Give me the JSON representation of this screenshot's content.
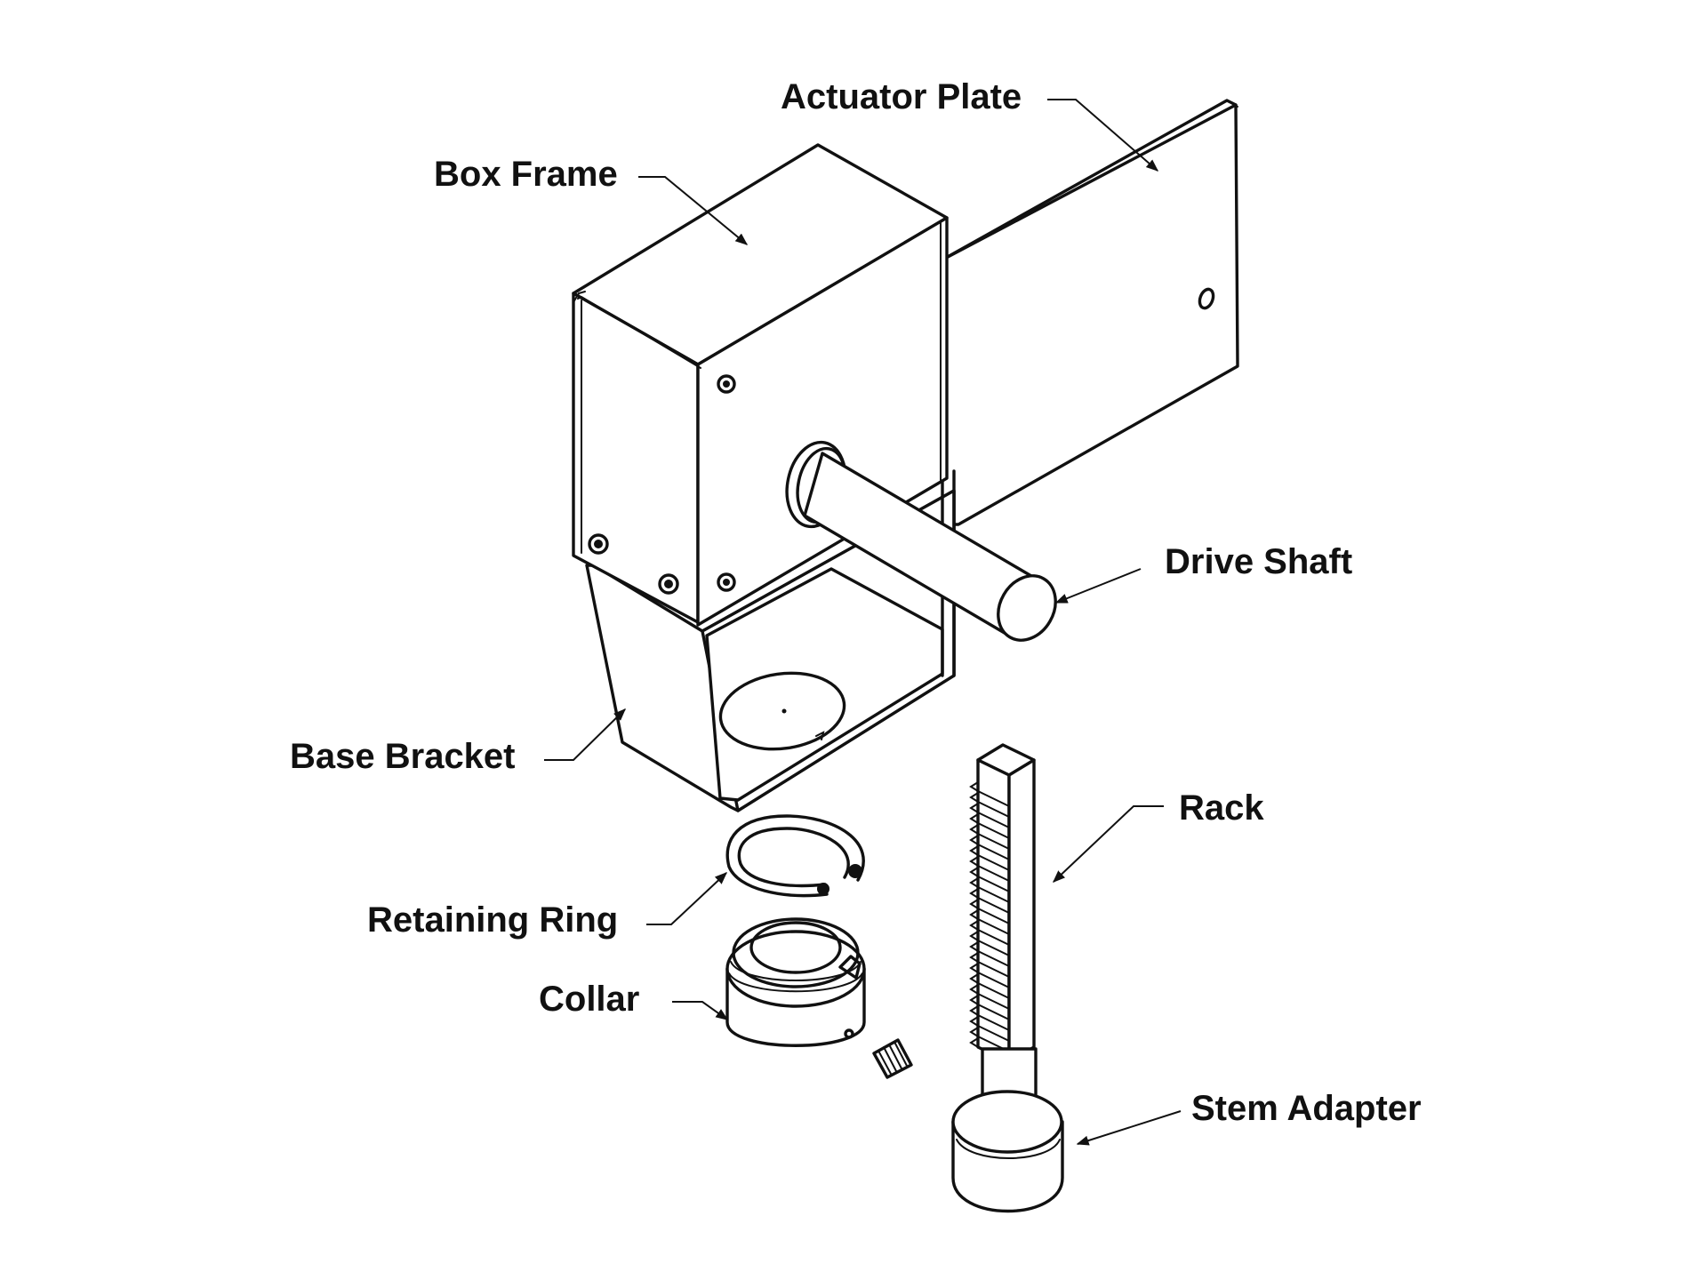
{
  "labels": {
    "actuator_plate": "Actuator Plate",
    "box_frame": "Box Frame",
    "drive_shaft": "Drive Shaft",
    "base_bracket": "Base Bracket",
    "rack": "Rack",
    "retaining_ring": "Retaining Ring",
    "collar": "Collar",
    "stem_adapter": "Stem Adapter"
  },
  "colors": {
    "line": "#111111",
    "background": "#ffffff"
  }
}
